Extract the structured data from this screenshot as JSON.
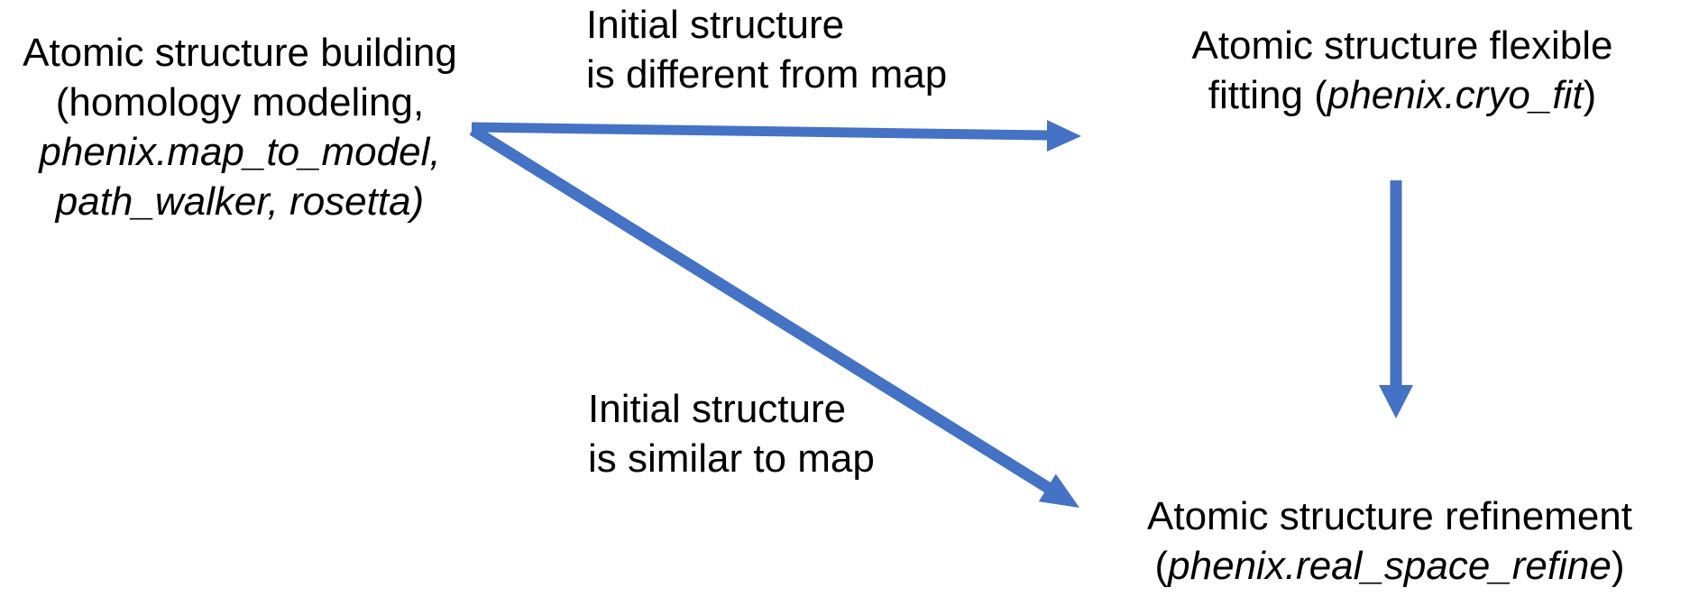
{
  "colors": {
    "arrow": "#4472C4",
    "text": "#000000",
    "background": "#ffffff"
  },
  "nodes": {
    "building": {
      "line1": "Atomic structure building",
      "line2": "(homology modeling,",
      "line3": "phenix.map_to_model,",
      "line4": "path_walker, rosetta)"
    },
    "flexible_fitting": {
      "line1": "Atomic structure flexible",
      "line2_prefix": "fitting (",
      "line2_italic": "phenix.cryo_fit",
      "line2_suffix": ")"
    },
    "refinement": {
      "line1": "Atomic structure refinement",
      "line2_prefix": "(",
      "line2_italic": "phenix.real_space_refine",
      "line2_suffix": ")"
    }
  },
  "labels": {
    "different": {
      "line1": "Initial structure",
      "line2": "is different from map"
    },
    "similar": {
      "line1": "Initial structure",
      "line2": "is similar to map"
    }
  },
  "arrows": [
    {
      "name": "arrow-building-to-flexible-fitting",
      "direction": "right"
    },
    {
      "name": "arrow-building-to-refinement",
      "direction": "down-right"
    },
    {
      "name": "arrow-flexible-fitting-to-refinement",
      "direction": "down"
    }
  ]
}
